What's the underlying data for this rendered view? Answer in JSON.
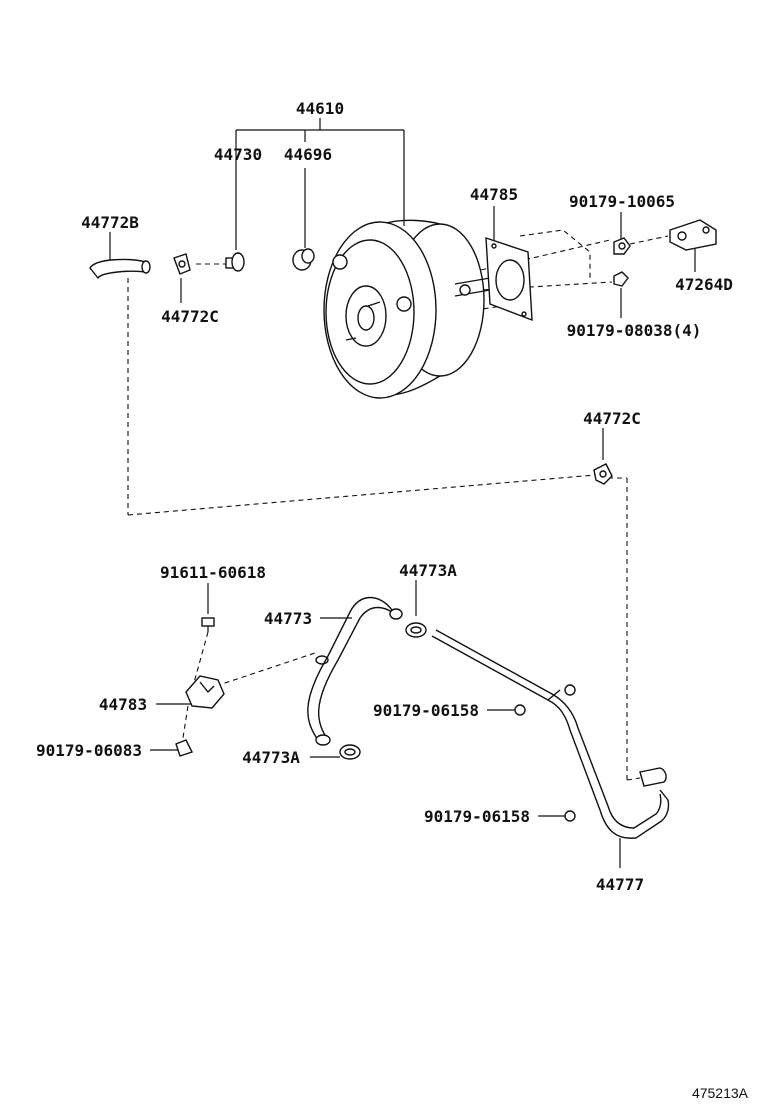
{
  "diagram": {
    "labels": {
      "p44610": "44610",
      "p44730": "44730",
      "p44696": "44696",
      "p44785": "44785",
      "p90179_10065": "90179-10065",
      "p44772B": "44772B",
      "p47264D": "47264D",
      "p44772C_top": "44772C",
      "p90179_08038": "90179-08038(4)",
      "p44772C_mid": "44772C",
      "p91611_60618": "91611-60618",
      "p44773A_top": "44773A",
      "p44773": "44773",
      "p44783": "44783",
      "p90179_06158_a": "90179-06158",
      "p90179_06083": "90179-06083",
      "p44773A_bot": "44773A",
      "p90179_06158_b": "90179-06158",
      "p44777": "44777"
    },
    "figure_code": "475213A"
  }
}
